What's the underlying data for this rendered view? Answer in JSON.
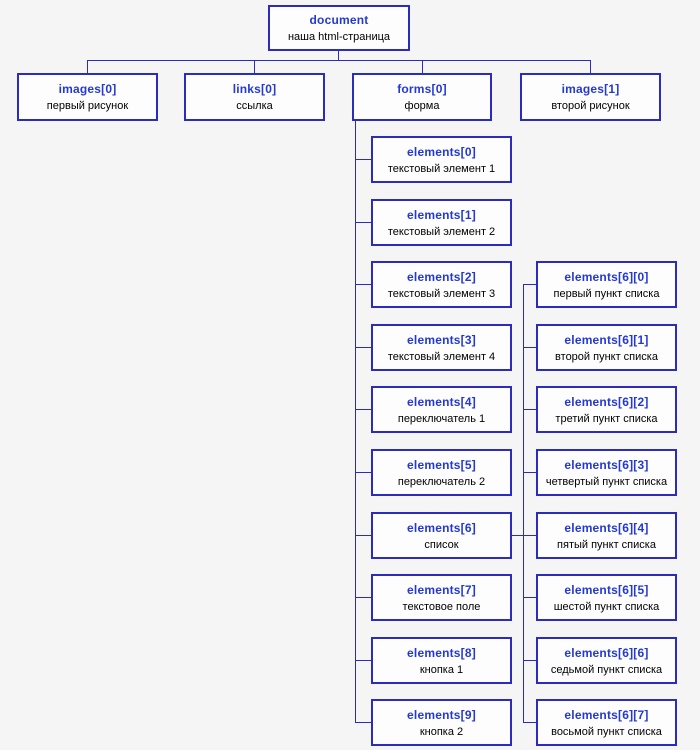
{
  "diagram": {
    "root": {
      "title": "document",
      "label": "наша html-страница"
    },
    "level2": [
      {
        "title": "images[0]",
        "label": "первый рисунок"
      },
      {
        "title": "links[0]",
        "label": "ссылка"
      },
      {
        "title": "forms[0]",
        "label": "форма"
      },
      {
        "title": "images[1]",
        "label": "второй рисунок"
      }
    ],
    "form_elements": [
      {
        "title": "elements[0]",
        "label": "текстовый элемент 1"
      },
      {
        "title": "elements[1]",
        "label": "текстовый элемент 2"
      },
      {
        "title": "elements[2]",
        "label": "текстовый элемент 3"
      },
      {
        "title": "elements[3]",
        "label": "текстовый элемент 4"
      },
      {
        "title": "elements[4]",
        "label": "переключатель 1"
      },
      {
        "title": "elements[5]",
        "label": "переключатель 2"
      },
      {
        "title": "elements[6]",
        "label": "список"
      },
      {
        "title": "elements[7]",
        "label": "текстовое поле"
      },
      {
        "title": "elements[8]",
        "label": "кнопка 1"
      },
      {
        "title": "elements[9]",
        "label": "кнопка 2"
      }
    ],
    "list_items": [
      {
        "title": "elements[6][0]",
        "label": "первый пункт списка"
      },
      {
        "title": "elements[6][1]",
        "label": "второй пункт списка"
      },
      {
        "title": "elements[6][2]",
        "label": "третий пункт списка"
      },
      {
        "title": "elements[6][3]",
        "label": "четвертый пункт списка"
      },
      {
        "title": "elements[6][4]",
        "label": "пятый пункт списка"
      },
      {
        "title": "elements[6][5]",
        "label": "шестой пункт списка"
      },
      {
        "title": "elements[6][6]",
        "label": "седьмой пункт списка"
      },
      {
        "title": "elements[6][7]",
        "label": "восьмой пункт списка"
      }
    ],
    "colors": {
      "border": "#2b2bbe",
      "line": "#2b2bbe",
      "title_text": "#2439d2",
      "label_text": "#000000",
      "box_fill": "#fdfdfe",
      "page_bg": "#f5f5f5"
    }
  }
}
